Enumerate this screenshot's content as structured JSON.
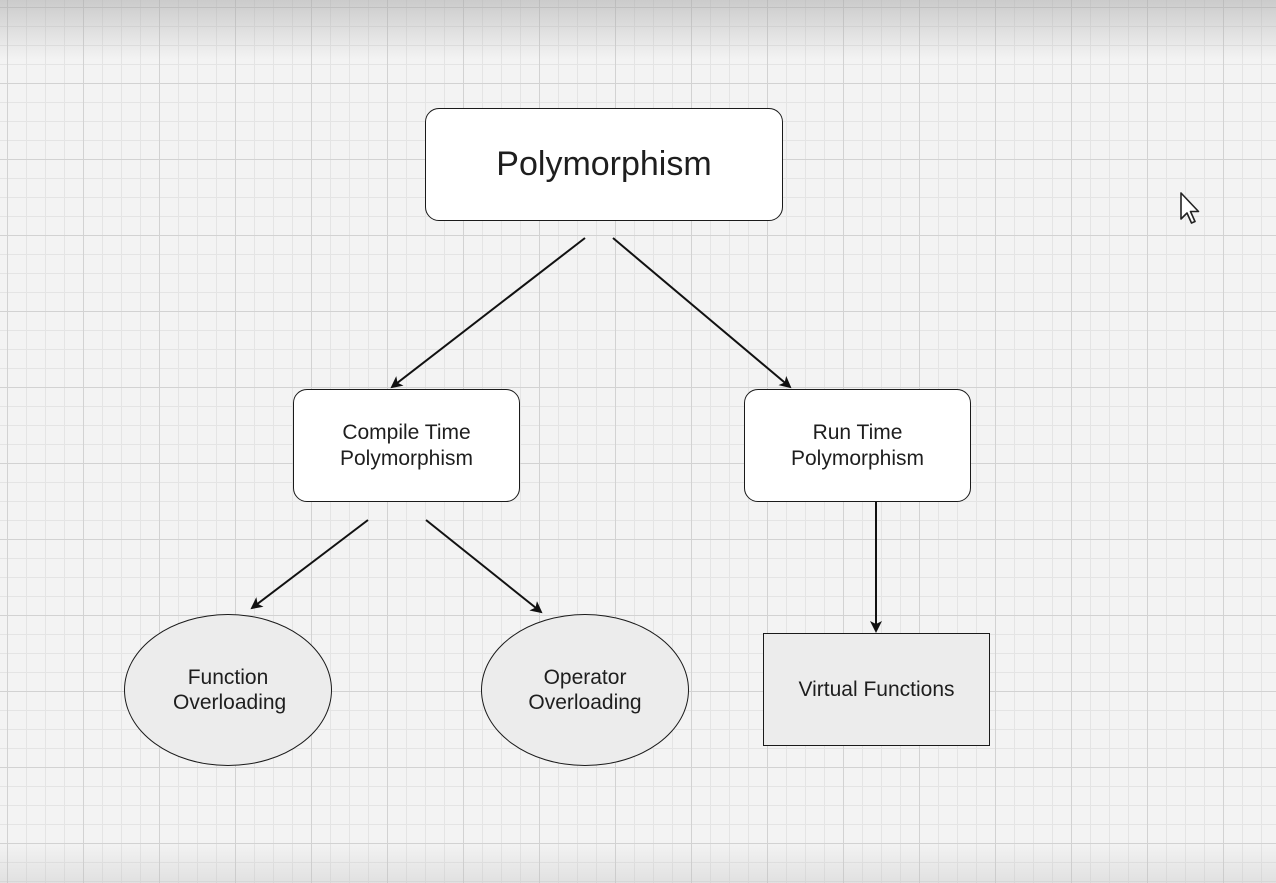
{
  "diagram": {
    "nodes": {
      "root": {
        "label": "Polymorphism",
        "shape": "rounded-rectangle"
      },
      "compile_time": {
        "label": "Compile Time Polymorphism",
        "shape": "rounded-rectangle"
      },
      "run_time": {
        "label": "Run Time Polymorphism",
        "shape": "rounded-rectangle"
      },
      "function_overloading": {
        "label": "Function Overloading",
        "shape": "ellipse"
      },
      "operator_overloading": {
        "label": "Operator Overloading",
        "shape": "ellipse"
      },
      "virtual_functions": {
        "label": "Virtual Functions",
        "shape": "rectangle"
      }
    },
    "edges": [
      {
        "from": "root",
        "to": "compile_time"
      },
      {
        "from": "root",
        "to": "run_time"
      },
      {
        "from": "compile_time",
        "to": "function_overloading"
      },
      {
        "from": "compile_time",
        "to": "operator_overloading"
      },
      {
        "from": "run_time",
        "to": "virtual_functions"
      }
    ]
  },
  "colors": {
    "canvas_background": "#f3f3f3",
    "grid_major": "#d2d2d2",
    "grid_minor": "#e4e4e4",
    "stroke": "#1a1a1a",
    "rounded_fill": "#ffffff",
    "leaf_fill": "#ececec"
  },
  "icons": {
    "cursor": "mouse-pointer-icon"
  }
}
